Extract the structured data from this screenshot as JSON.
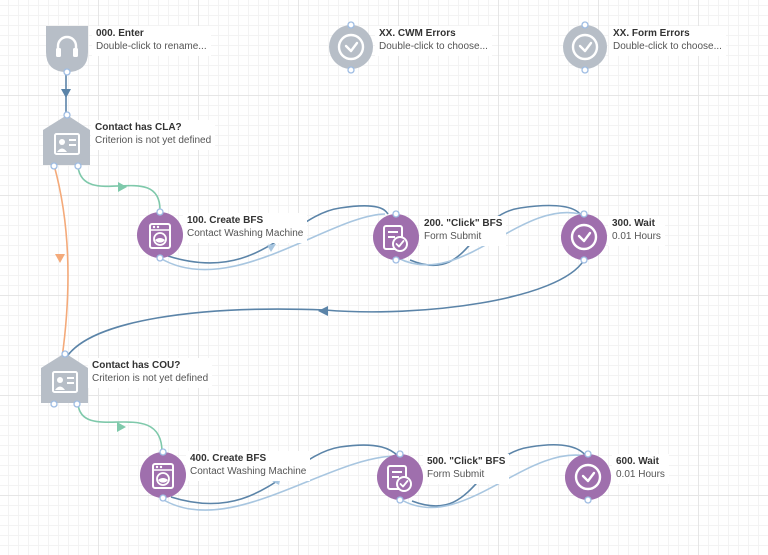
{
  "colors": {
    "gray_node": "#b7bec7",
    "purple_node": "#9f6fad",
    "port": "#aac4e8",
    "link_blue": "#5b84a8",
    "link_green": "#7fc9ab",
    "link_orange": "#f4aa7a",
    "link_light_blue": "#a8c6e0"
  },
  "nodes": {
    "n000": {
      "title": "000. Enter",
      "subtitle": "Double-click to rename...",
      "icon": "headset-icon"
    },
    "cwm": {
      "title": "XX. CWM Errors",
      "subtitle": "Double-click to choose...",
      "icon": "clock-icon"
    },
    "form_err": {
      "title": "XX. Form Errors",
      "subtitle": "Double-click to choose...",
      "icon": "clock-icon"
    },
    "cla": {
      "title": "Contact has CLA?",
      "subtitle": "Criterion is not yet defined",
      "icon": "contact-card-icon"
    },
    "n100": {
      "title": "100. Create BFS",
      "subtitle": "Contact Washing Machine",
      "icon": "washing-machine-icon"
    },
    "n200": {
      "title": "200. \"Click\" BFS",
      "subtitle": "Form Submit",
      "icon": "form-check-icon"
    },
    "n300": {
      "title": "300. Wait",
      "subtitle": "0.01 Hours",
      "icon": "clock-icon"
    },
    "cou": {
      "title": "Contact has COU?",
      "subtitle": "Criterion is not yet defined",
      "icon": "contact-card-icon"
    },
    "n400": {
      "title": "400. Create BFS",
      "subtitle": "Contact Washing Machine",
      "icon": "washing-machine-icon"
    },
    "n500": {
      "title": "500. \"Click\" BFS",
      "subtitle": "Form Submit",
      "icon": "form-check-icon"
    },
    "n600": {
      "title": "600. Wait",
      "subtitle": "0.01 Hours",
      "icon": "clock-icon"
    }
  }
}
